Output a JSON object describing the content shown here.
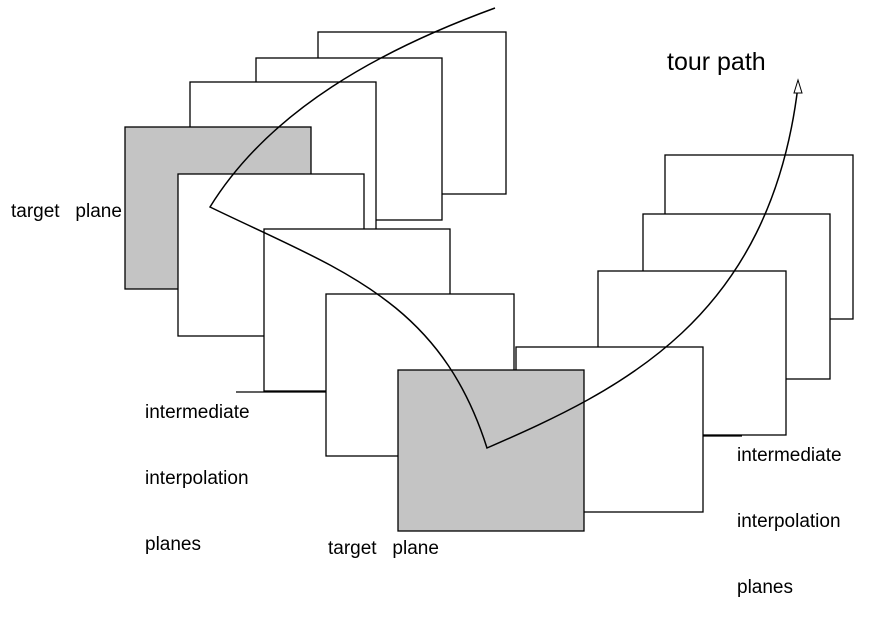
{
  "labels": {
    "tour_path": "tour path",
    "target_plane_left": "target   plane",
    "target_plane_bottom": "target   plane",
    "intermediate_left": [
      "intermediate",
      "interpolation",
      "planes"
    ],
    "intermediate_right": [
      "intermediate",
      "interpolation",
      "planes"
    ]
  },
  "colors": {
    "target_fill": "#c4c4c4",
    "plane_fill": "#ffffff",
    "stroke": "#000000"
  }
}
